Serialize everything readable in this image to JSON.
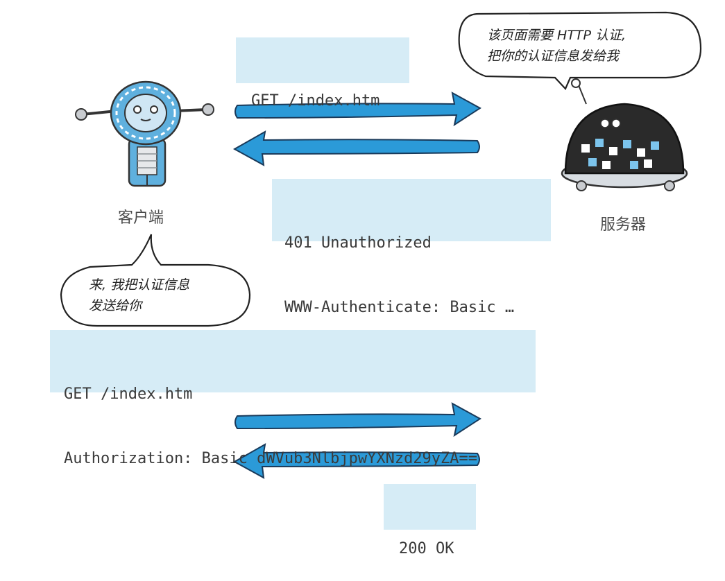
{
  "client": {
    "label": "客户端"
  },
  "server": {
    "label": "服务器",
    "speech": [
      "该页面需要 HTTP 认证,",
      "把你的认证信息发给我"
    ]
  },
  "request1": {
    "lines": [
      "GET /index.htm"
    ]
  },
  "response1": {
    "lines": [
      "401 Unauthorized",
      "WWW-Authenticate: Basic …"
    ]
  },
  "client_speech": {
    "lines": [
      "来, 我把认证信息",
      "发送给你"
    ]
  },
  "request2": {
    "lines": [
      "GET /index.htm",
      "Authorization: Basic dWVub3NlbjpwYXNzd29yZA=="
    ]
  },
  "response2": {
    "lines": [
      "200 OK"
    ]
  },
  "colors": {
    "arrow": "#2b9ad8",
    "arrow_outline": "#1a3a5a",
    "box_fill": "#d6ecf6",
    "client_robot": "#5fb0de",
    "server_robot": "#2a2a2a"
  },
  "icons": {
    "client": "client-robot-icon",
    "server": "server-robot-icon"
  }
}
